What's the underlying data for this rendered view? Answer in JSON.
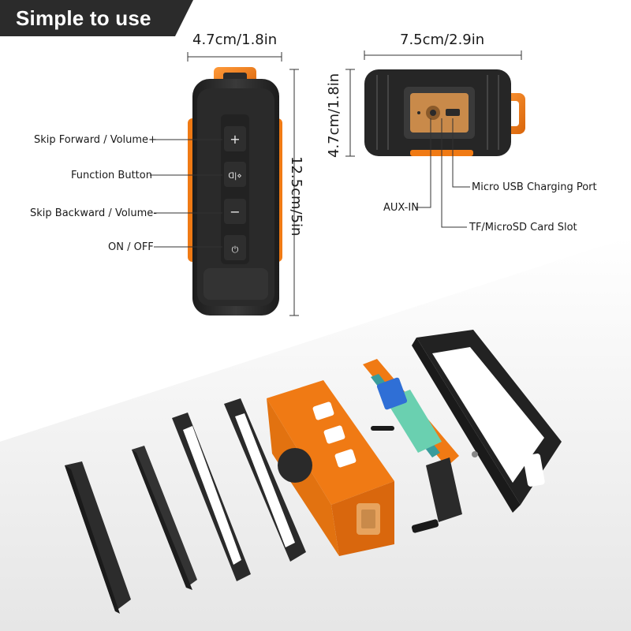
{
  "banner": {
    "title": "Simple to use"
  },
  "dimensions": {
    "side_width": "4.7cm/1.8in",
    "height": "12.5cm/5in",
    "top_width": "7.5cm/2.9in",
    "top_depth": "4.7cm/1.8in"
  },
  "buttons": [
    {
      "label": "Skip Forward / Volume+",
      "icon": "plus-icon"
    },
    {
      "label": "Function Button",
      "icon": "function-icon"
    },
    {
      "label": "Skip Backward / Volume-",
      "icon": "minus-icon"
    },
    {
      "label": "ON / OFF",
      "icon": "power-icon"
    }
  ],
  "ports": {
    "aux": "AUX-IN",
    "usb": "Micro USB Charging Port",
    "card": "TF/MicroSD  Card Slot"
  },
  "colors": {
    "accent": "#f07a14",
    "body": "#2b2b2b",
    "banner": "#2b2b2b"
  }
}
